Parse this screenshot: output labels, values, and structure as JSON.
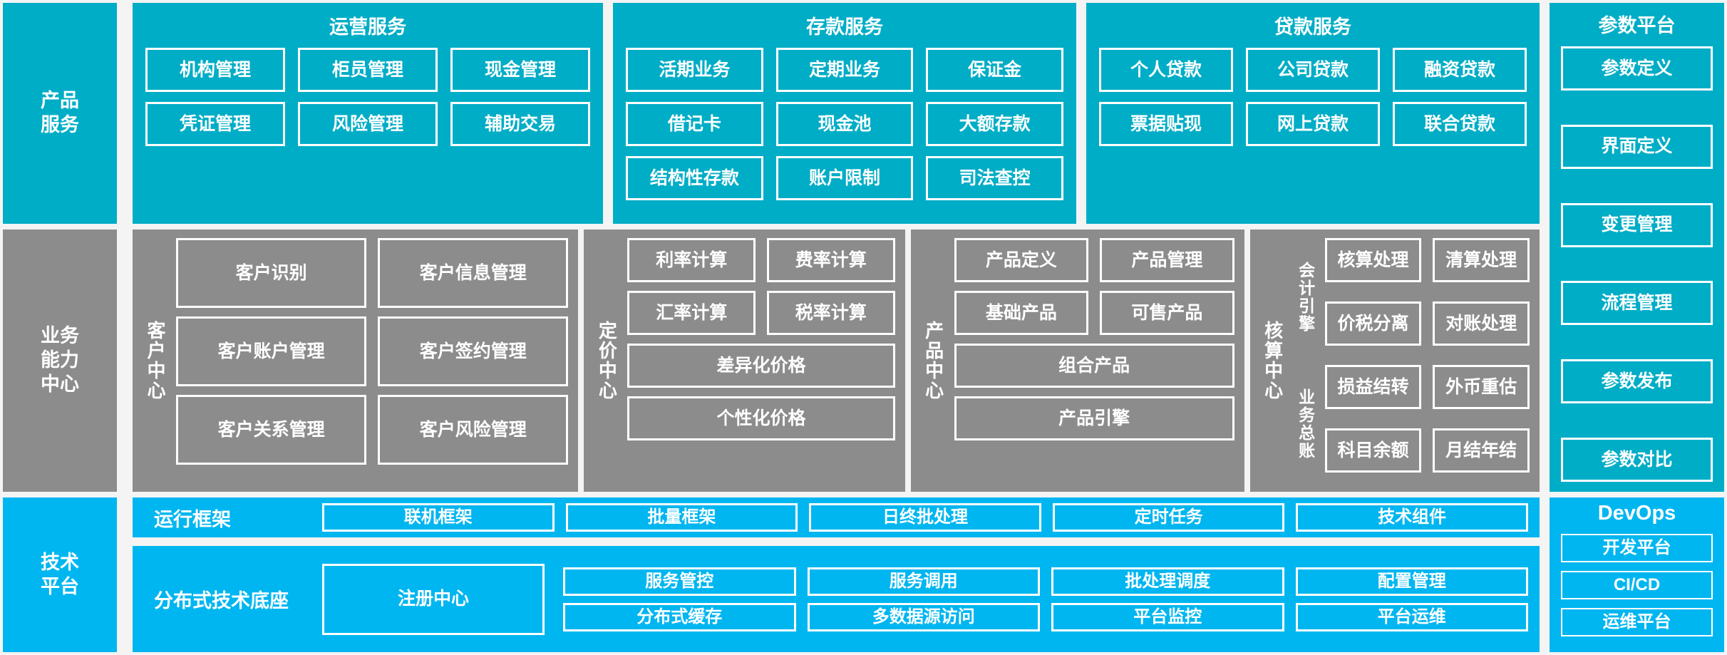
{
  "colors": {
    "product_services": "#00adc6",
    "business_center": "#8c8c8c",
    "technical_platform": "#00b6f0",
    "background": "#f4f4f4",
    "box_border": "#ffffff",
    "text": "#ffffff"
  },
  "rows": {
    "product_services": {
      "label": "产品\n服务"
    },
    "business_capability": {
      "label": "业务\n能力\n中心"
    },
    "technical_platform": {
      "label": "技术\n平台"
    }
  },
  "product_services": {
    "panels": [
      {
        "title": "运营服务",
        "items": [
          "机构管理",
          "柜员管理",
          "现金管理",
          "凭证管理",
          "风险管理",
          "辅助交易"
        ]
      },
      {
        "title": "存款服务",
        "items": [
          "活期业务",
          "定期业务",
          "保证金",
          "借记卡",
          "现金池",
          "大额存款",
          "结构性存款",
          "账户限制",
          "司法查控"
        ]
      },
      {
        "title": "贷款服务",
        "items": [
          "个人贷款",
          "公司贷款",
          "融资贷款",
          "票据贴现",
          "网上贷款",
          "联合贷款"
        ]
      }
    ]
  },
  "parameter_platform": {
    "title": "参数平台",
    "items": [
      "参数定义",
      "界面定义",
      "变更管理",
      "流程管理",
      "参数发布",
      "参数对比"
    ]
  },
  "business_capability": {
    "centers": [
      {
        "label": "客户中心",
        "items": [
          "客户识别",
          "客户信息管理",
          "客户账户管理",
          "客户签约管理",
          "客户关系管理",
          "客户风险管理"
        ]
      },
      {
        "label": "定价中心",
        "items": [
          "利率计算",
          "费率计算",
          "汇率计算",
          "税率计算"
        ],
        "wide_items": [
          "差异化价格",
          "个性化价格"
        ]
      },
      {
        "label": "产品中心",
        "items": [
          "产品定义",
          "产品管理",
          "基础产品",
          "可售产品"
        ],
        "wide_items": [
          "组合产品",
          "产品引擎"
        ]
      },
      {
        "label": "核算中心",
        "sub_groups": [
          {
            "label": "会计引擎",
            "items": [
              "核算处理",
              "清算处理",
              "价税分离",
              "对账处理"
            ]
          },
          {
            "label": "业务总账",
            "items": [
              "损益结转",
              "外币重估",
              "科目余额",
              "月结年结"
            ]
          }
        ]
      }
    ]
  },
  "technical_platform": {
    "runtime_framework": {
      "name": "运行框架",
      "items": [
        "联机框架",
        "批量框架",
        "日终批处理",
        "定时任务",
        "技术组件"
      ]
    },
    "distributed_base": {
      "name": "分布式技术底座",
      "registry": "注册中心",
      "items": [
        "服务管控",
        "服务调用",
        "批处理调度",
        "配置管理",
        "分布式缓存",
        "多数据源访问",
        "平台监控",
        "平台运维"
      ]
    }
  },
  "devops": {
    "title": "DevOps",
    "items": [
      "开发平台",
      "CI/CD",
      "运维平台"
    ]
  }
}
